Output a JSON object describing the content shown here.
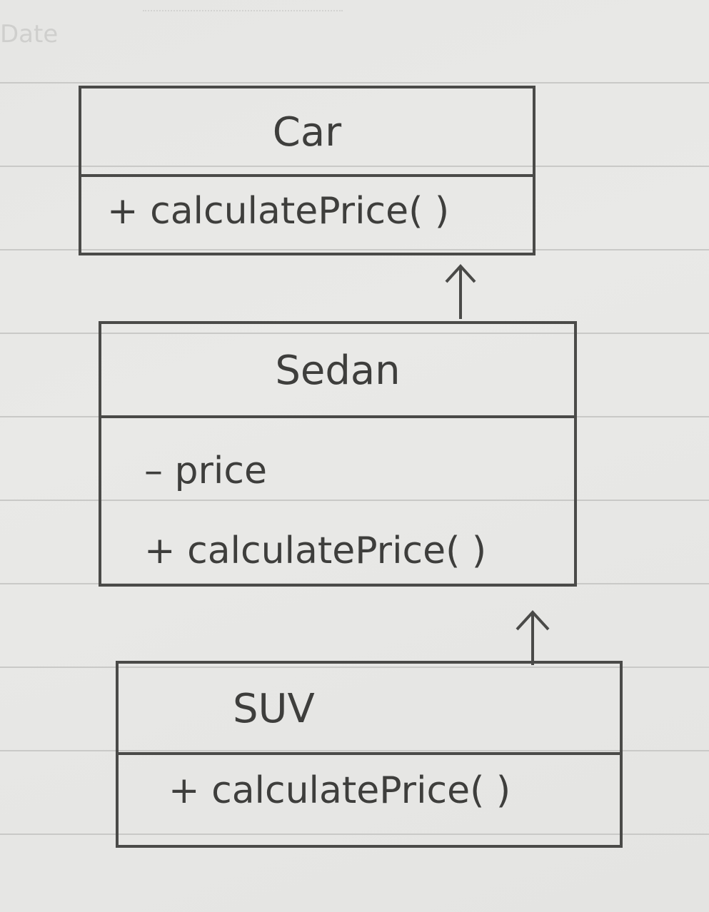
{
  "header": {
    "date_label": "Date"
  },
  "classes": [
    {
      "name": "Car",
      "members": [
        "+ calculatePrice( )"
      ]
    },
    {
      "name": "Sedan",
      "members": [
        "– price",
        "+ calculatePrice( )"
      ]
    },
    {
      "name": "SUV",
      "members": [
        "+ calculatePrice( )"
      ]
    }
  ],
  "relationships": [
    {
      "from": "Sedan",
      "to": "Car",
      "type": "inheritance-arrow"
    },
    {
      "from": "SUV",
      "to": "Sedan",
      "type": "inheritance-arrow"
    }
  ],
  "colors": {
    "ink": "#3e3e3c",
    "paper": "#e7e7e5",
    "rule_line": "#c9c9c7"
  }
}
